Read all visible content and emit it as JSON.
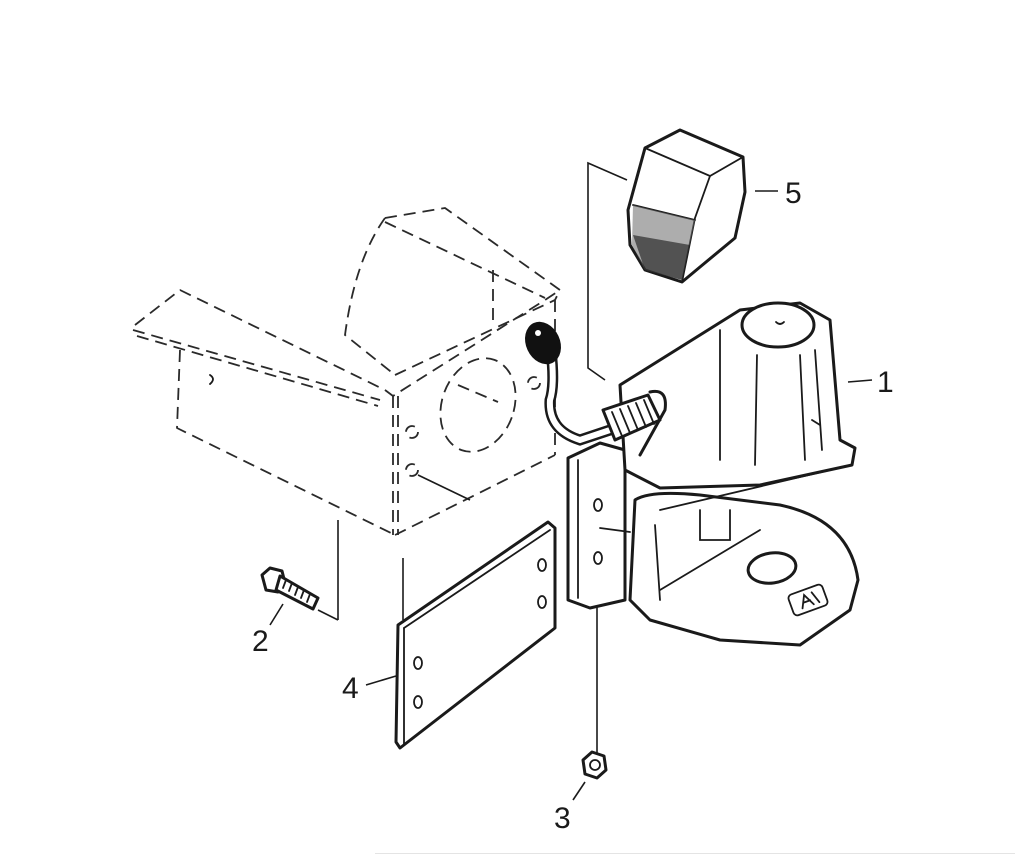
{
  "diagram": {
    "type": "exploded-parts-view",
    "description": "Exploded assembly diagram of a trailer hitch / towing coupling with mounting bracket",
    "callouts": [
      {
        "id": "1",
        "label": "1",
        "part": "coupling-housing"
      },
      {
        "id": "2",
        "label": "2",
        "part": "hex-bolt"
      },
      {
        "id": "3",
        "label": "3",
        "part": "hex-nut"
      },
      {
        "id": "4",
        "label": "4",
        "part": "backing-plate"
      },
      {
        "id": "5",
        "label": "5",
        "part": "rubber-cap"
      }
    ],
    "colors": {
      "line": "#1a1a1a",
      "background": "#ffffff"
    }
  }
}
